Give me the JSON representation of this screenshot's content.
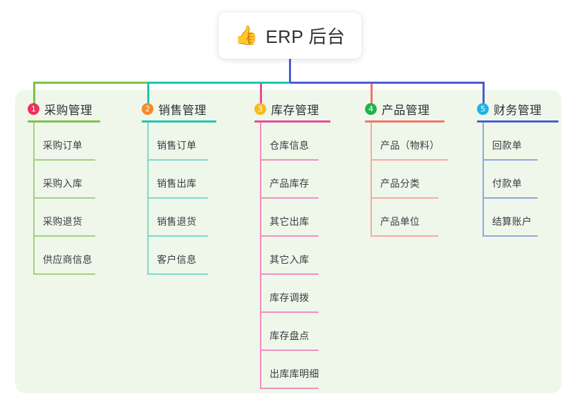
{
  "title_card": {
    "icon": "thumbs-up-emoji",
    "icon_glyph": "👍",
    "text": "ERP 后台"
  },
  "panel": {
    "background_color": "#eef7e9"
  },
  "palette": {
    "green": "#7cc04b",
    "teal": "#1ec4b0",
    "pink": "#e8499a",
    "salmon": "#f4716b",
    "blue": "#4a5bd0",
    "badge_1": "#f0325a",
    "badge_2": "#f58a2b",
    "badge_3": "#f8ba1c",
    "badge_4": "#22b14c",
    "badge_5": "#1eb3e8",
    "item_green": "#a4d07a",
    "item_teal": "#7fd8cd",
    "item_pink": "#f08ec0",
    "item_salmon": "#f6a8a3",
    "item_blue": "#92a5e0"
  },
  "columns": [
    {
      "number": "1",
      "title": "采购管理",
      "badge_color": "#f0325a",
      "line_color": "#7cc04b",
      "item_line_color": "#a4d07a",
      "items": [
        {
          "label": "采购订单"
        },
        {
          "label": "采购入库"
        },
        {
          "label": "采购退货"
        },
        {
          "label": "供应商信息"
        }
      ]
    },
    {
      "number": "2",
      "title": "销售管理",
      "badge_color": "#f58a2b",
      "line_color": "#1ec4b0",
      "item_line_color": "#7fd8cd",
      "items": [
        {
          "label": "销售订单"
        },
        {
          "label": "销售出库"
        },
        {
          "label": "销售退货"
        },
        {
          "label": "客户信息"
        }
      ]
    },
    {
      "number": "3",
      "title": "库存管理",
      "badge_color": "#f8ba1c",
      "line_color": "#e8499a",
      "item_line_color": "#f08ec0",
      "items": [
        {
          "label": "仓库信息"
        },
        {
          "label": "产品库存"
        },
        {
          "label": "其它出库"
        },
        {
          "label": "其它入库"
        },
        {
          "label": "库存调拨"
        },
        {
          "label": "库存盘点"
        },
        {
          "label": "出库库明细"
        }
      ]
    },
    {
      "number": "4",
      "title": "产品管理",
      "badge_color": "#22b14c",
      "line_color": "#f4716b",
      "item_line_color": "#f6a8a3",
      "items": [
        {
          "label": "产品（物料）"
        },
        {
          "label": "产品分类"
        },
        {
          "label": "产品单位"
        }
      ]
    },
    {
      "number": "5",
      "title": "财务管理",
      "badge_color": "#1eb3e8",
      "line_color": "#4a5bd0",
      "item_line_color": "#92a5e0",
      "items": [
        {
          "label": "回款单"
        },
        {
          "label": "付款单"
        },
        {
          "label": "结算账户"
        }
      ]
    }
  ]
}
